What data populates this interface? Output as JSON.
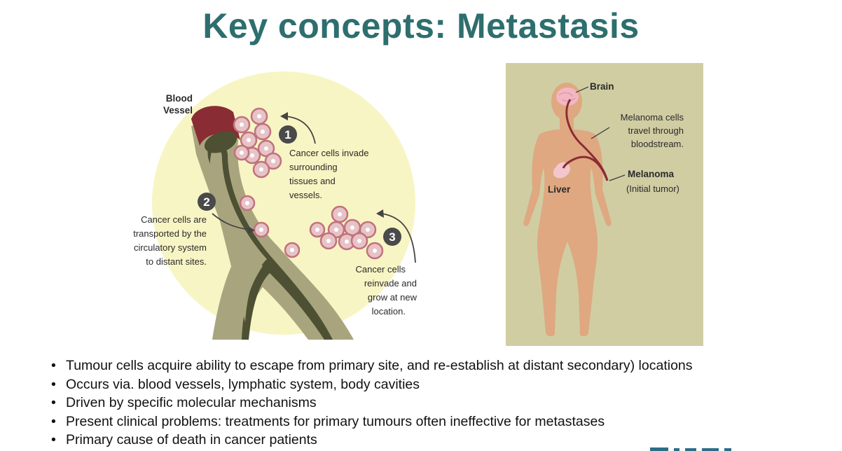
{
  "title": "Key concepts:  Metastasis",
  "left_figure": {
    "blood_vessel_label": [
      "Blood",
      "Vessel"
    ],
    "step1": {
      "number": "1",
      "text": [
        "Cancer cells invade",
        "surrounding",
        "tissues and",
        "vessels."
      ]
    },
    "step2": {
      "number": "2",
      "text": [
        "Cancer cells are",
        "transported by the",
        "circulatory system",
        "to distant sites."
      ]
    },
    "step3": {
      "number": "3",
      "text": [
        "Cancer cells",
        "reinvade and",
        "grow at new",
        "location."
      ]
    }
  },
  "right_figure": {
    "brain": "Brain",
    "liver": "Liver",
    "melanoma_cells_note": [
      "Melanoma cells",
      "travel through",
      "bloodstream."
    ],
    "melanoma": "Melanoma",
    "initial_tumor": "(Initial tumor)"
  },
  "bullet_char": "•",
  "bullets": [
    "Tumour cells acquire ability to escape from primary site, and re-establish at distant secondary) locations",
    "Occurs via. blood vessels, lymphatic system, body cavities",
    "Driven by specific molecular mechanisms",
    "Present clinical problems: treatments for primary tumours often ineffective for metastases",
    "Primary cause of death in cancer patients"
  ],
  "colors": {
    "title": "#2e6e6e",
    "circle_bg": "#f8f5c4",
    "vessel_outer": "#a8a57e",
    "vessel_inner": "#4d5032",
    "vessel_cap": "#8a2c34",
    "cell_pink": "#d8a0a8",
    "panel_bg": "#d0cda3",
    "skin": "#dfa881",
    "artery": "#8a2c34"
  }
}
